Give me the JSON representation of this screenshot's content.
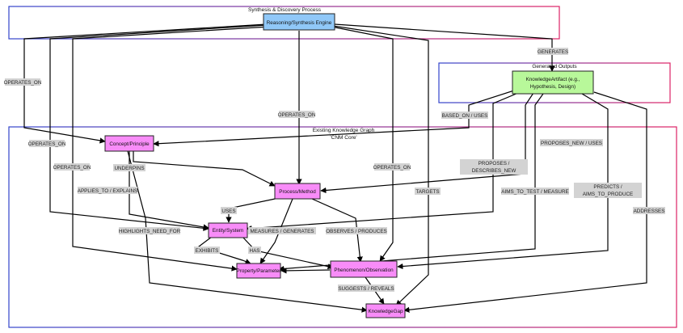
{
  "clusters": {
    "synthesis": {
      "title": "Synthesis & Discovery Process"
    },
    "outputs": {
      "title": "Generated Outputs"
    },
    "graph": {
      "title": "Existing Knowledge Graph",
      "subtitle": "'CNM Core'"
    }
  },
  "nodes": {
    "engine": {
      "label": "Reasoning/Synthesis Engine",
      "color": "#90c8f8"
    },
    "artifact": {
      "line1": "KnowledgeArtifact (e.g.,",
      "line2": "Hypothesis, Design)",
      "color": "#b8f89a"
    },
    "concept": {
      "label": "Concept/Principle",
      "color": "#f88cf8"
    },
    "process": {
      "label": "Process/Method",
      "color": "#f88cf8"
    },
    "entity": {
      "label": "Entity/System",
      "color": "#f88cf8"
    },
    "property": {
      "label": "Property/Parameter",
      "color": "#f88cf8"
    },
    "phenomenon": {
      "label": "Phenomenon/Observation",
      "color": "#f88cf8"
    },
    "gap": {
      "label": "KnowledgeGap",
      "color": "#f88cf8"
    }
  },
  "edge_labels": {
    "operates_on_1": "OPERATES_ON",
    "operates_on_2": "OPERATES_ON",
    "operates_on_3": "OPERATES_ON",
    "operates_on_4": "OPERATES_ON",
    "operates_on_5": "OPERATES_ON",
    "generates": "GENERATES",
    "targets": "TARGETS",
    "based_on": "BASED_ON / USES",
    "proposes_l1": "PROPOSES /",
    "proposes_l2": "DESCRIBES_NEW",
    "proposes_new": "PROPOSES_NEW / USES",
    "predicts_l1": "PREDICTS /",
    "predicts_l2": "AIMS_TO_PRODUCE",
    "aims_to_test": "AIMS_TO_TEST / MEASURE",
    "addresses": "ADDRESSES",
    "underpins": "UNDERPINS",
    "applies_to": "APPLIES_TO / EXPLAINS",
    "uses": "USES",
    "measures": "MEASURES / GENERATES",
    "observes": "OBSERVES / PRODUCES",
    "highlights": "HIGHLIGHTS_NEED_FOR",
    "exhibits": "EXHIBITS",
    "has": "HAS",
    "suggests": "SUGGESTS / REVEALS"
  },
  "colors": {
    "cluster_border_left": "#3344cc",
    "cluster_border_right": "#dd2266",
    "edge": "#000000",
    "label_bg": "#d3d3d3"
  }
}
